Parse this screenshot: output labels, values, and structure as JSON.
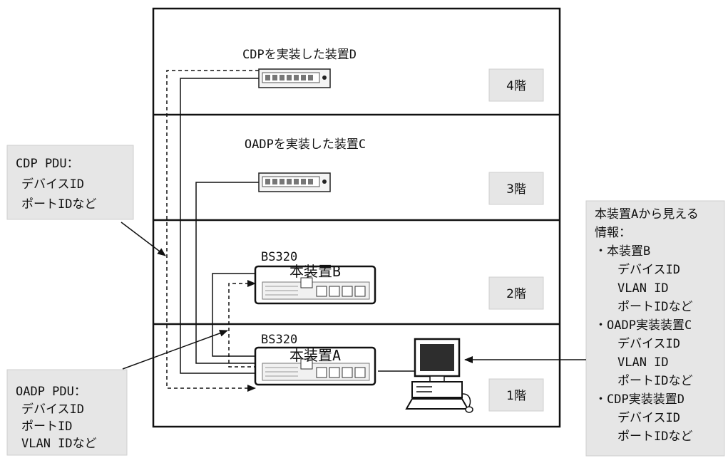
{
  "floors": [
    "4階",
    "3階",
    "2階",
    "1階"
  ],
  "devices": {
    "device_d_label": "CDPを実装した装置D",
    "device_c_label": "OADPを実装した装置C",
    "b_model": "BS320",
    "b_name": "本装置B",
    "a_model": "BS320",
    "a_name": "本装置A"
  },
  "callouts": {
    "cdp_pdu": [
      "CDP PDU：",
      "デバイスID",
      "ポートIDなど"
    ],
    "oadp_pdu": [
      "OADP PDU：",
      "デバイスID",
      "ポートID",
      "VLAN IDなど"
    ],
    "visible_info": [
      "本装置Aから見える",
      "情報：",
      "・本装置B",
      "デバイスID",
      "VLAN ID",
      "ポートIDなど",
      "・OADP実装装置C",
      "デバイスID",
      "VLAN ID",
      "ポートIDなど",
      "・CDP実装装置D",
      "デバイスID",
      "ポートIDなど"
    ]
  },
  "icons": [
    "switch-icon",
    "computer-icon"
  ]
}
